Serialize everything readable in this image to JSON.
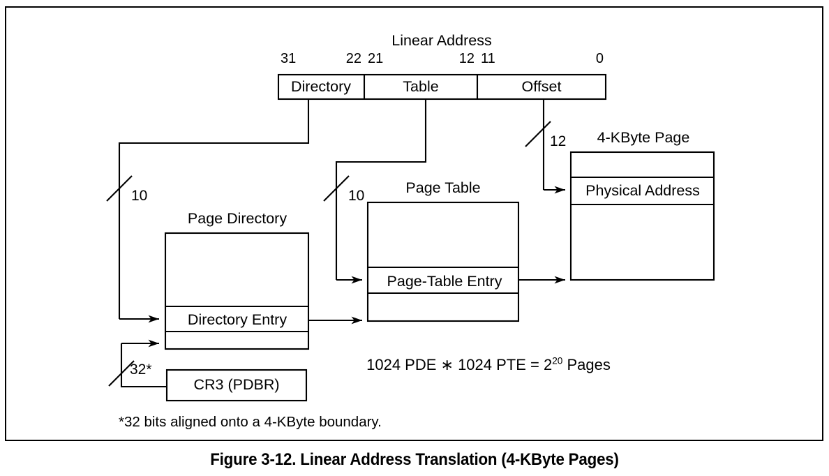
{
  "figure": {
    "caption": "Figure 3-12.  Linear Address Translation (4-KByte Pages)",
    "footnote": "*32 bits aligned onto a 4-KByte boundary.",
    "formula_prefix": "1024 PDE ",
    "formula_asterisk": "∗",
    "formula_middle": " 1024 PTE = 2",
    "formula_exponent": "20",
    "formula_suffix": " Pages"
  },
  "linear_address": {
    "title": "Linear Address",
    "bits": [
      {
        "label": "31"
      },
      {
        "label": "22"
      },
      {
        "label": "21"
      },
      {
        "label": "12"
      },
      {
        "label": "11"
      },
      {
        "label": "0"
      }
    ],
    "fields": [
      {
        "name": "Directory"
      },
      {
        "name": "Table"
      },
      {
        "name": "Offset"
      }
    ]
  },
  "widths": {
    "directory_bits": "10",
    "table_bits": "10",
    "offset_bits": "12",
    "cr3_bits": "32*"
  },
  "structures": {
    "page_directory": {
      "title": "Page Directory",
      "entry": "Directory Entry"
    },
    "page_table": {
      "title": "Page Table",
      "entry": "Page-Table Entry"
    },
    "page_frame": {
      "title": "4-KByte Page",
      "entry": "Physical Address"
    },
    "cr3": {
      "label": "CR3 (PDBR)"
    }
  },
  "colors": {
    "stroke": "#000000",
    "background": "#ffffff"
  }
}
